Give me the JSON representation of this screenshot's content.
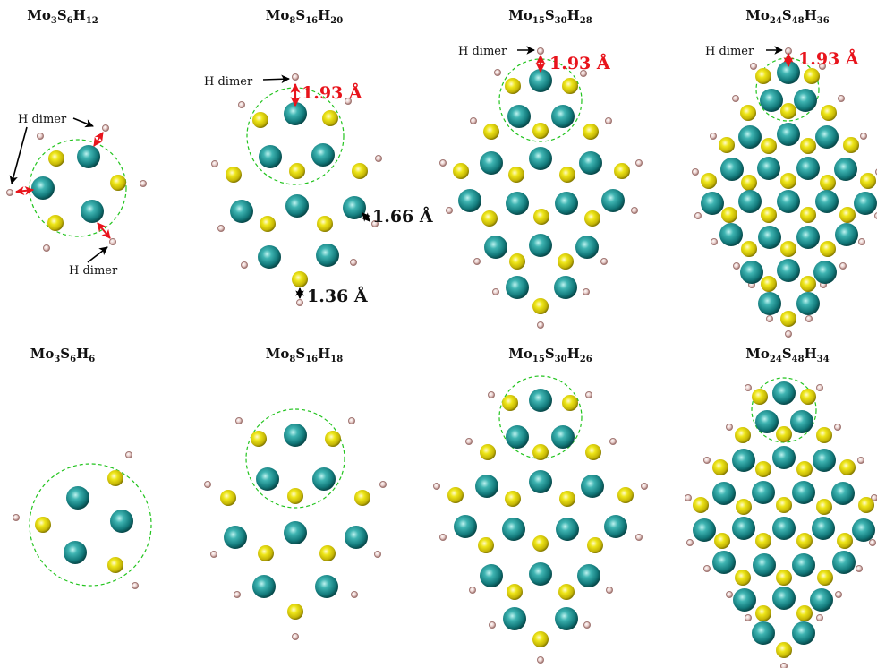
{
  "colors": {
    "mo": "#1a8d8d",
    "s": "#e6e010",
    "h": "#d9b4b0",
    "h_stroke": "#a07672",
    "dimer_circle": "#22c41e",
    "red_arrow": "#e8141c",
    "black_arrow": "#000000"
  },
  "legend_words": {
    "h_dimer": "H dimer"
  },
  "panels": [
    {
      "title": {
        "mo": "Mo",
        "n_mo": "3",
        "s": "S",
        "n_s": "6",
        "h": "H",
        "n_h": "12"
      }
    },
    {
      "title": {
        "mo": "Mo",
        "n_mo": "8",
        "s": "S",
        "n_s": "16",
        "h": "H",
        "n_h": "20"
      }
    },
    {
      "title": {
        "mo": "Mo",
        "n_mo": "15",
        "s": "S",
        "n_s": "30",
        "h": "H",
        "n_h": "28"
      }
    },
    {
      "title": {
        "mo": "Mo",
        "n_mo": "24",
        "s": "S",
        "n_s": "48",
        "h": "H",
        "n_h": "36"
      }
    },
    {
      "title": {
        "mo": "Mo",
        "n_mo": "3",
        "s": "S",
        "n_s": "6",
        "h": "H",
        "n_h": "6"
      }
    },
    {
      "title": {
        "mo": "Mo",
        "n_mo": "8",
        "s": "S",
        "n_s": "16",
        "h": "H",
        "n_h": "18"
      }
    },
    {
      "title": {
        "mo": "Mo",
        "n_mo": "15",
        "s": "S",
        "n_s": "30",
        "h": "H",
        "n_h": "26"
      }
    },
    {
      "title": {
        "mo": "Mo",
        "n_mo": "24",
        "s": "S",
        "n_s": "48",
        "h": "H",
        "n_h": "34"
      }
    }
  ],
  "distances": {
    "h_dimer": "1.93 Å",
    "mo_h": "1.66 Å",
    "s_h": "1.36 Å"
  }
}
